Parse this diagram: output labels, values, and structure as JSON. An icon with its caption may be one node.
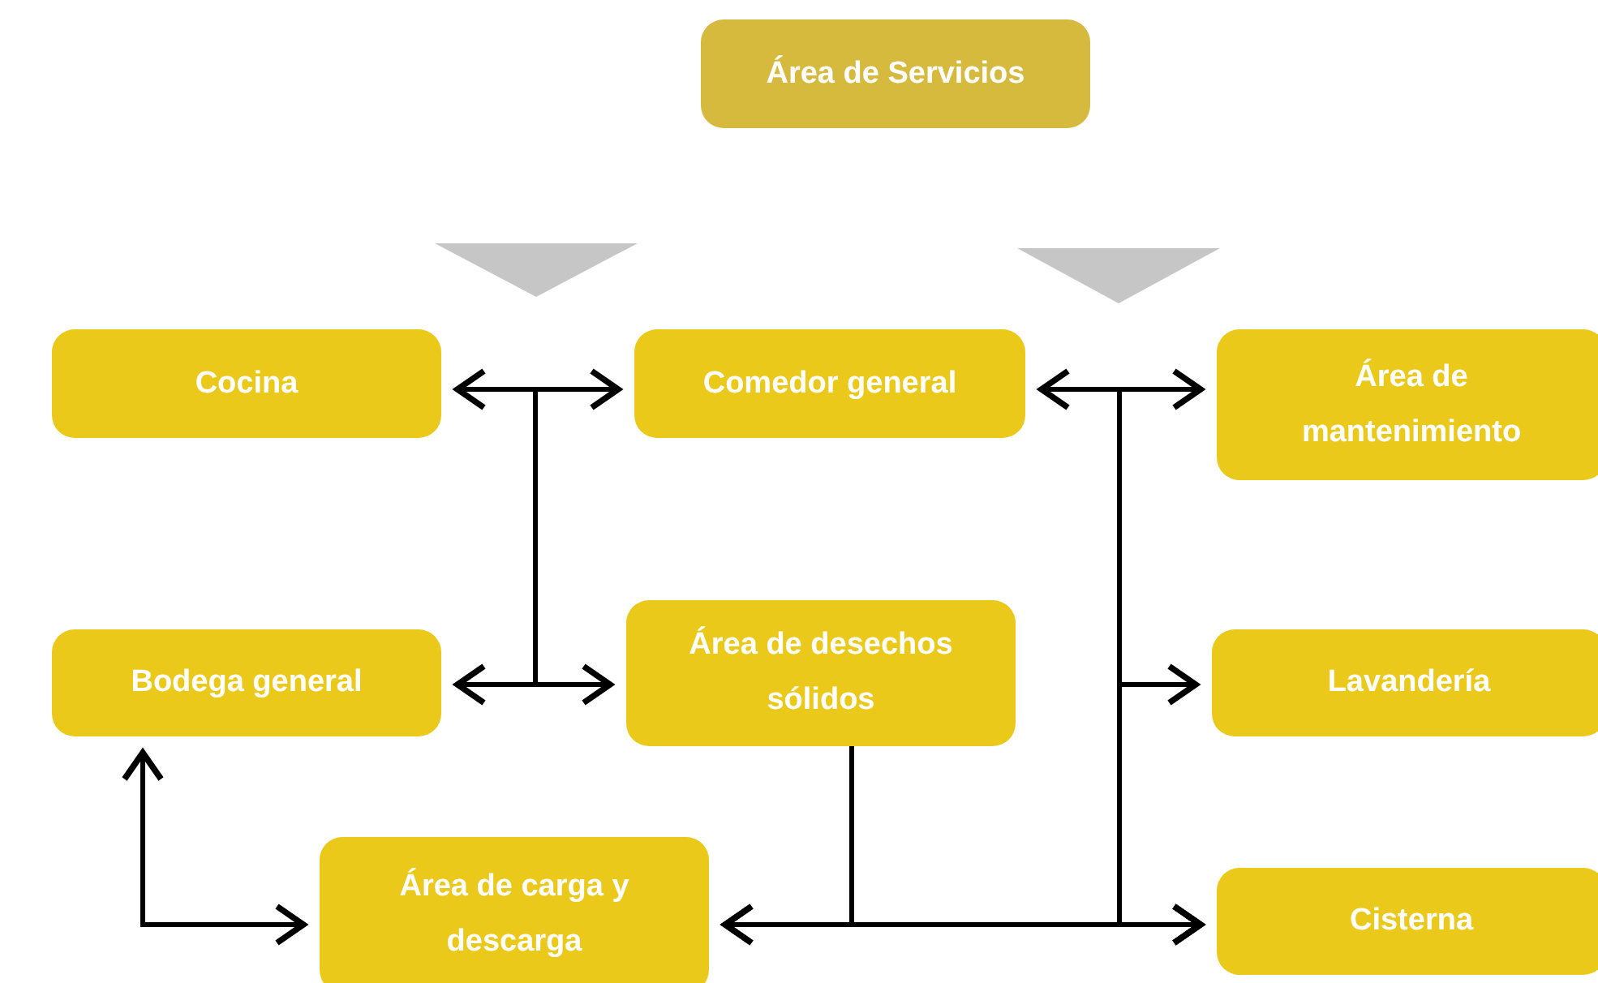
{
  "diagram": {
    "nodes": [
      {
        "text": [
          "Área de Servicios"
        ]
      },
      {
        "text": [],
        "shape": "triangle"
      },
      {
        "text": [],
        "shape": "triangle"
      },
      {
        "text": [
          "Cocina"
        ]
      },
      {
        "text": [
          "Comedor general"
        ]
      },
      {
        "text": [
          "Área de mantenimiento"
        ]
      },
      {
        "text": [
          "Bodega general"
        ]
      },
      {
        "text": [
          "Área de desechos sólidos"
        ]
      },
      {
        "text": [
          "Lavandería"
        ]
      },
      {
        "text": [
          "Área de carga y descarga"
        ]
      },
      {
        "text": [
          "Cisterna"
        ]
      }
    ],
    "edges": [
      {
        "from": 3,
        "to": 4,
        "arrow": "both"
      },
      {
        "from": 6,
        "to": 7,
        "arrow": "both"
      },
      {
        "from": 3,
        "to": 6,
        "arrow": "none"
      },
      {
        "from": 4,
        "to": 5,
        "arrow": "both"
      },
      {
        "from": 4,
        "to": 8,
        "arrow": "to"
      },
      {
        "from": 4,
        "to": 10,
        "arrow": "to"
      },
      {
        "from": 7,
        "to": 9,
        "arrow": "to"
      },
      {
        "from": 7,
        "to": 10,
        "arrow": "to"
      },
      {
        "from": 9,
        "to": 10,
        "arrow": "both"
      },
      {
        "from": 6,
        "to": 9,
        "arrow": "both"
      }
    ]
  }
}
